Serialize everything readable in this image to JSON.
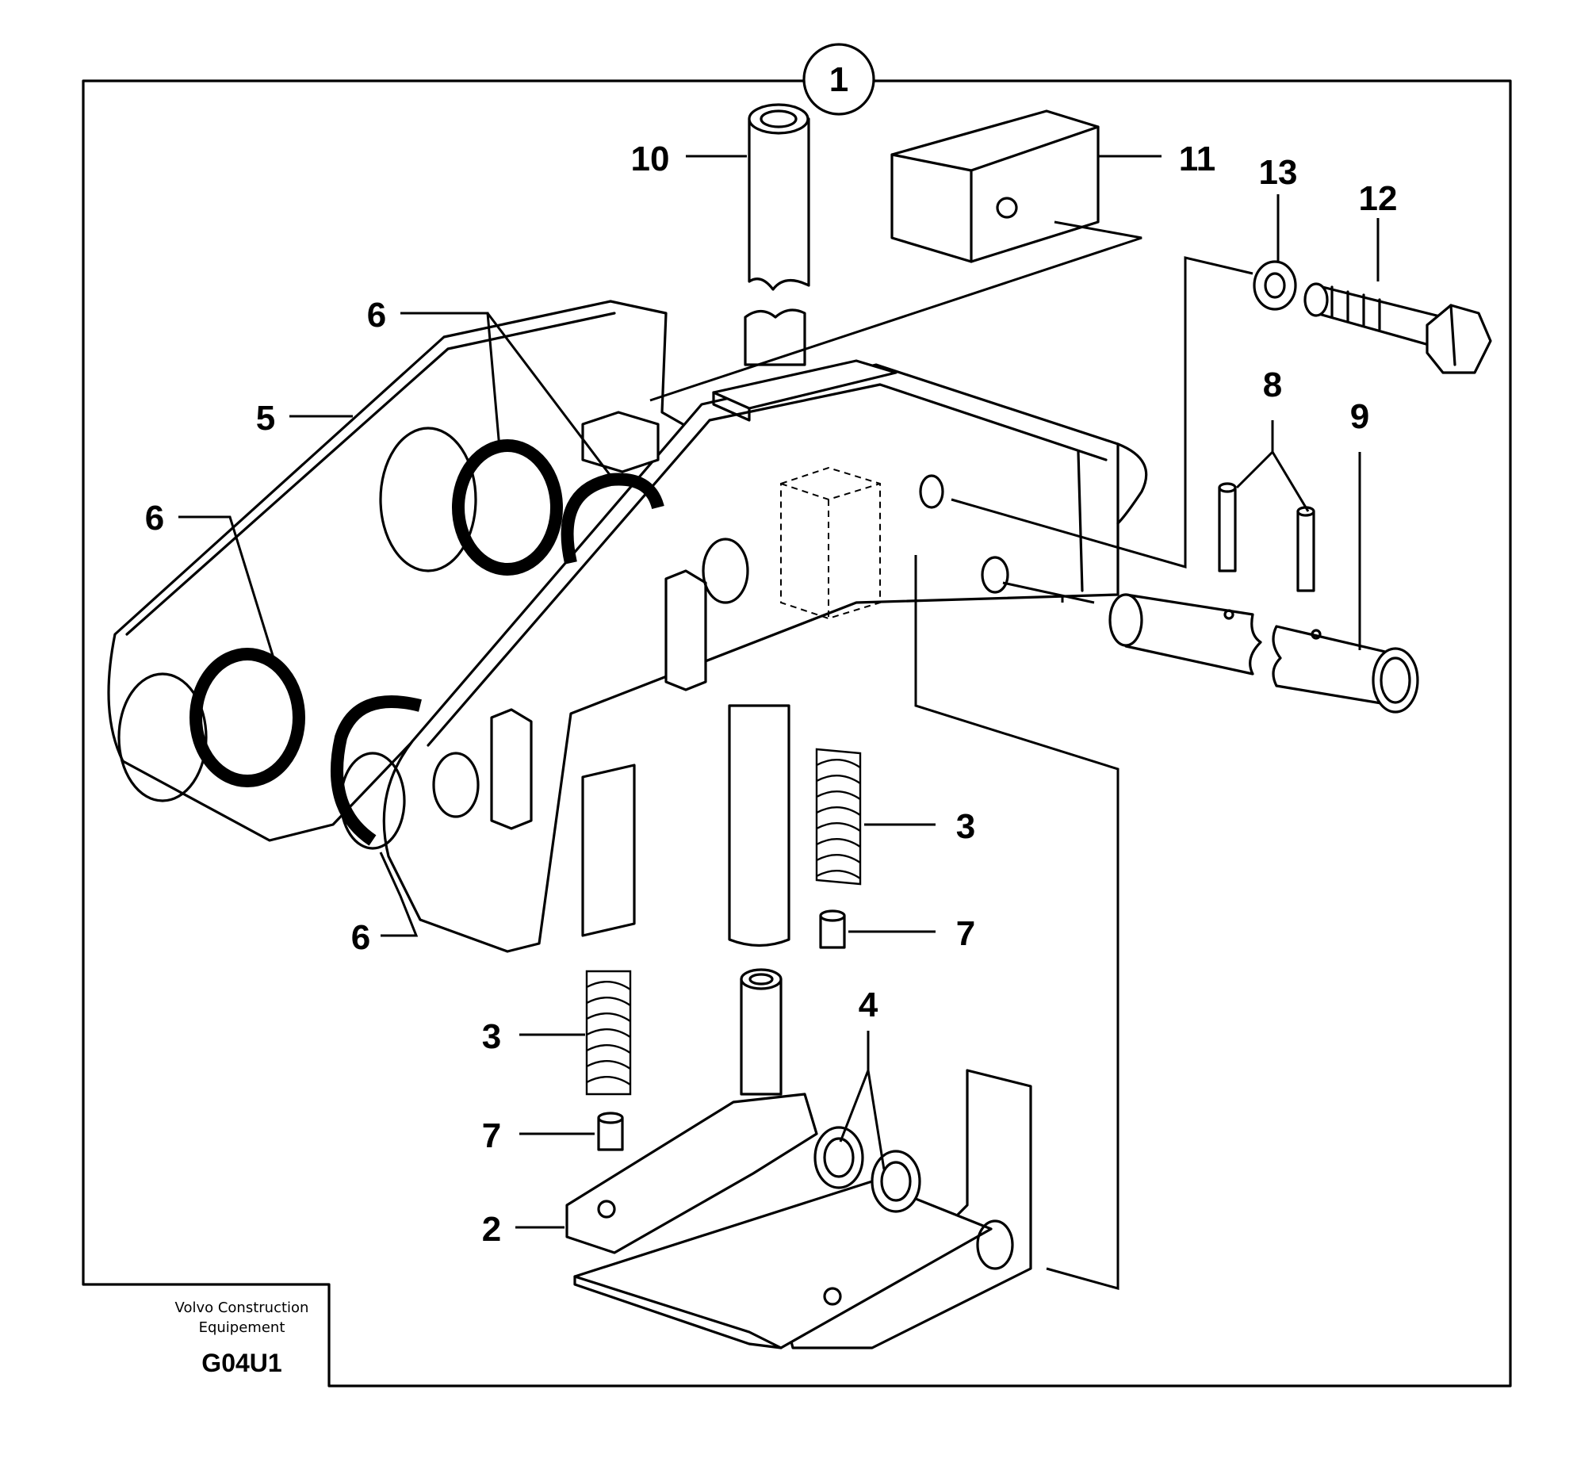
{
  "drawing": {
    "group_number": "1",
    "callouts": [
      "2",
      "3",
      "3",
      "4",
      "5",
      "6",
      "6",
      "6",
      "7",
      "7",
      "8",
      "9",
      "10",
      "11",
      "12",
      "13"
    ]
  },
  "footer": {
    "company_line1": "Volvo Construction",
    "company_line2": "Equipement",
    "drawing_code": "G04U1"
  }
}
